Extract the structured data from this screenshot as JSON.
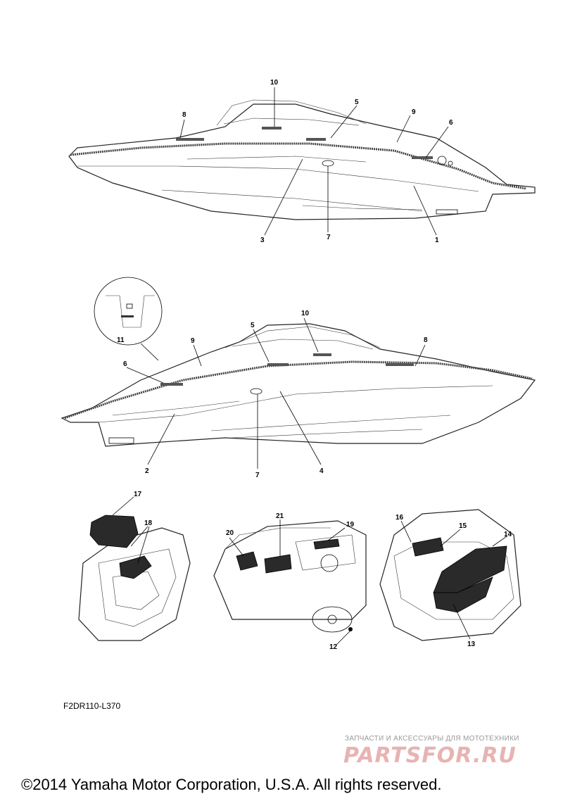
{
  "diagram": {
    "callouts": {
      "top_view": [
        "10",
        "5",
        "9",
        "8",
        "6",
        "3",
        "7",
        "1"
      ],
      "bottom_view": [
        "10",
        "5",
        "9",
        "8",
        "6",
        "11",
        "2",
        "7",
        "4"
      ],
      "detail_left": [
        "17",
        "18"
      ],
      "detail_mid": [
        "20",
        "21",
        "19",
        "12"
      ],
      "detail_right": [
        "16",
        "15",
        "14",
        "13"
      ]
    }
  },
  "footer": {
    "part_code": "F2DR110-L370",
    "copyright": "©2014 Yamaha Motor Corporation, U.S.A. All rights reserved.",
    "watermark_tagline": "ЗАПЧАСТИ И АКСЕССУАРЫ ДЛЯ МОТОТЕХНИКИ",
    "watermark_logo": "PARTSFOR.RU"
  },
  "colors": {
    "line": "#000000",
    "mat": "#2a2a2a",
    "watermark": "#e8b3b3"
  }
}
